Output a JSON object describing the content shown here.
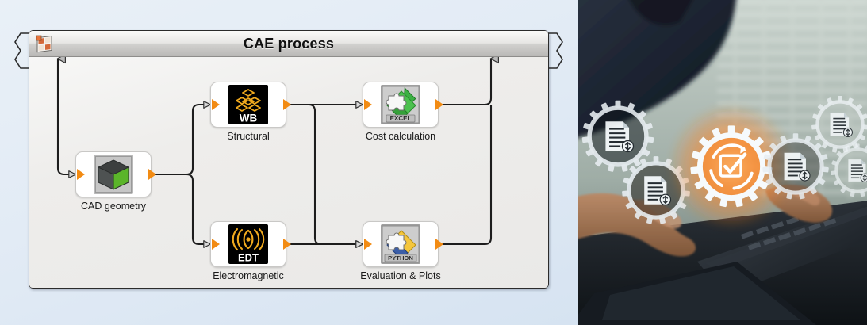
{
  "left_panel": {
    "background_color": "#e2ebf5",
    "workflow": {
      "title": "CAE process",
      "title_icon": "workflow-process-icon",
      "entry_port_label": "workflow-input",
      "exit_port_label": "workflow-output",
      "nodes": [
        {
          "id": "cad-geometry",
          "label": "CAD geometry",
          "icon": "cad-cube-icon",
          "icon_caption": "",
          "icon_bg": "#b8b8b8",
          "accent": "#5bb52a"
        },
        {
          "id": "structural",
          "label": "Structural",
          "icon": "ansys-workbench-icon",
          "icon_caption": "WB",
          "icon_bg": "#000000",
          "accent": "#f5a623"
        },
        {
          "id": "electromagnetic",
          "label": "Electromagnetic",
          "icon": "ansys-edt-icon",
          "icon_caption": "EDT",
          "icon_bg": "#000000",
          "accent": "#f5a623"
        },
        {
          "id": "cost-calculation",
          "label": "Cost calculation",
          "icon": "excel-script-icon",
          "icon_caption": "EXCEL",
          "icon_bg": "#bdbdbd",
          "accent": "#2fa03a"
        },
        {
          "id": "evaluation-plots",
          "label": "Evaluation & Plots",
          "icon": "python-script-icon",
          "icon_caption": "PYTHON",
          "icon_bg": "#bdbdbd",
          "accent": "#3b5ea8"
        }
      ],
      "connections": [
        {
          "from": "workflow-input",
          "to": "cad-geometry"
        },
        {
          "from": "cad-geometry",
          "to": "structural"
        },
        {
          "from": "cad-geometry",
          "to": "electromagnetic"
        },
        {
          "from": "structural",
          "to": "cost-calculation"
        },
        {
          "from": "structural",
          "to": "evaluation-plots"
        },
        {
          "from": "electromagnetic",
          "to": "evaluation-plots"
        },
        {
          "from": "cost-calculation",
          "to": "workflow-output"
        },
        {
          "from": "evaluation-plots",
          "to": "workflow-output"
        }
      ],
      "port_color": "#f28b13",
      "wire_color": "#1d1d1d"
    }
  },
  "right_panel": {
    "type": "photograph",
    "description": "person working on a laptop with overlaid translucent gear icons containing document symbols",
    "highlight_color": "#ff8a2b",
    "gear_color": "#e8eef2",
    "gears": [
      {
        "id": "gear-doc-1",
        "icon": "document-gear-icon"
      },
      {
        "id": "gear-doc-2",
        "icon": "document-gear-icon"
      },
      {
        "id": "gear-check",
        "icon": "clipboard-check-gear-icon"
      },
      {
        "id": "gear-doc-3",
        "icon": "document-gear-icon"
      },
      {
        "id": "gear-doc-4",
        "icon": "document-gear-icon"
      },
      {
        "id": "gear-doc-5",
        "icon": "document-gear-icon"
      }
    ]
  }
}
